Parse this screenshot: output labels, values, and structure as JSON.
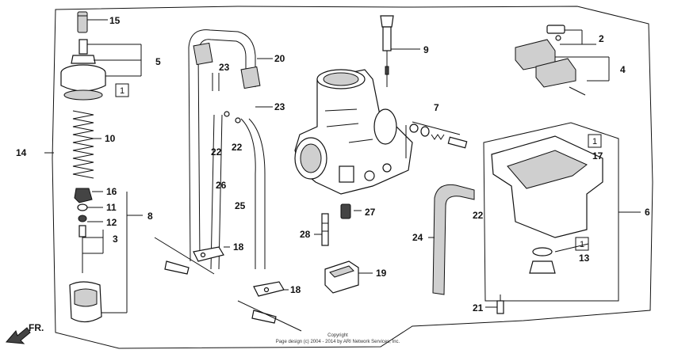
{
  "callouts": [
    {
      "id": "c15",
      "text": "15"
    },
    {
      "id": "c5",
      "text": "5"
    },
    {
      "id": "c1a",
      "text": "1"
    },
    {
      "id": "c10",
      "text": "10"
    },
    {
      "id": "c14",
      "text": "14"
    },
    {
      "id": "c16",
      "text": "16"
    },
    {
      "id": "c11",
      "text": "11"
    },
    {
      "id": "c12",
      "text": "12"
    },
    {
      "id": "c8",
      "text": "8"
    },
    {
      "id": "c3",
      "text": "3"
    },
    {
      "id": "c20",
      "text": "20"
    },
    {
      "id": "c23a",
      "text": "23"
    },
    {
      "id": "c23b",
      "text": "23"
    },
    {
      "id": "c22a",
      "text": "22"
    },
    {
      "id": "c22b",
      "text": "22"
    },
    {
      "id": "c26",
      "text": "26"
    },
    {
      "id": "c25",
      "text": "25"
    },
    {
      "id": "c18a",
      "text": "18"
    },
    {
      "id": "c18b",
      "text": "18"
    },
    {
      "id": "c9",
      "text": "9"
    },
    {
      "id": "c7",
      "text": "7"
    },
    {
      "id": "c27",
      "text": "27"
    },
    {
      "id": "c28",
      "text": "28"
    },
    {
      "id": "c19",
      "text": "19"
    },
    {
      "id": "c24",
      "text": "24"
    },
    {
      "id": "c22c",
      "text": "22"
    },
    {
      "id": "c2",
      "text": "2"
    },
    {
      "id": "c4",
      "text": "4"
    },
    {
      "id": "c1b",
      "text": "1"
    },
    {
      "id": "c17",
      "text": "17"
    },
    {
      "id": "c6",
      "text": "6"
    },
    {
      "id": "c1c",
      "text": "1"
    },
    {
      "id": "c13",
      "text": "13"
    },
    {
      "id": "c21",
      "text": "21"
    }
  ],
  "direction_label": "FR.",
  "footer": {
    "line1": "Copyright",
    "line2": "Page design (c) 2004 - 2014 by ARI Network Services, Inc."
  }
}
